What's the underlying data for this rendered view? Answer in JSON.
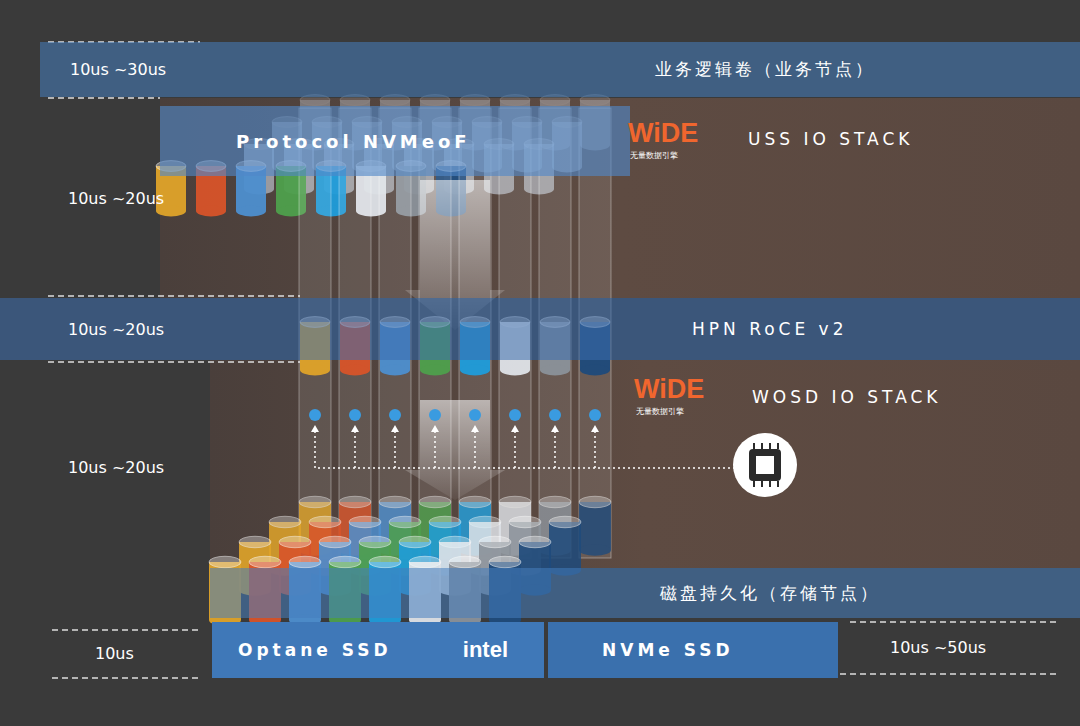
{
  "diagram": {
    "nodes": [
      {
        "text": [
          "业务逻辑卷（业务节点）"
        ]
      },
      {
        "text": [
          "Protocol NVMeoF"
        ]
      },
      {
        "text": [
          "HPN RoCE v2"
        ]
      },
      {
        "text": [
          "磁盘持久化（存储节点）"
        ]
      },
      {
        "text": [
          "Optane SSD",
          "intel"
        ]
      },
      {
        "text": [
          "NVMe SSD"
        ]
      }
    ],
    "labels": [
      "10us ~30us",
      "10us ~20us",
      "10us ~20us",
      "10us ~20us",
      "WiDE",
      "无量数据引擎",
      "USS IO STACK",
      "WiDE",
      "无量数据引擎",
      "WOSD IO STACK",
      "10us",
      "10us ~50us"
    ]
  }
}
